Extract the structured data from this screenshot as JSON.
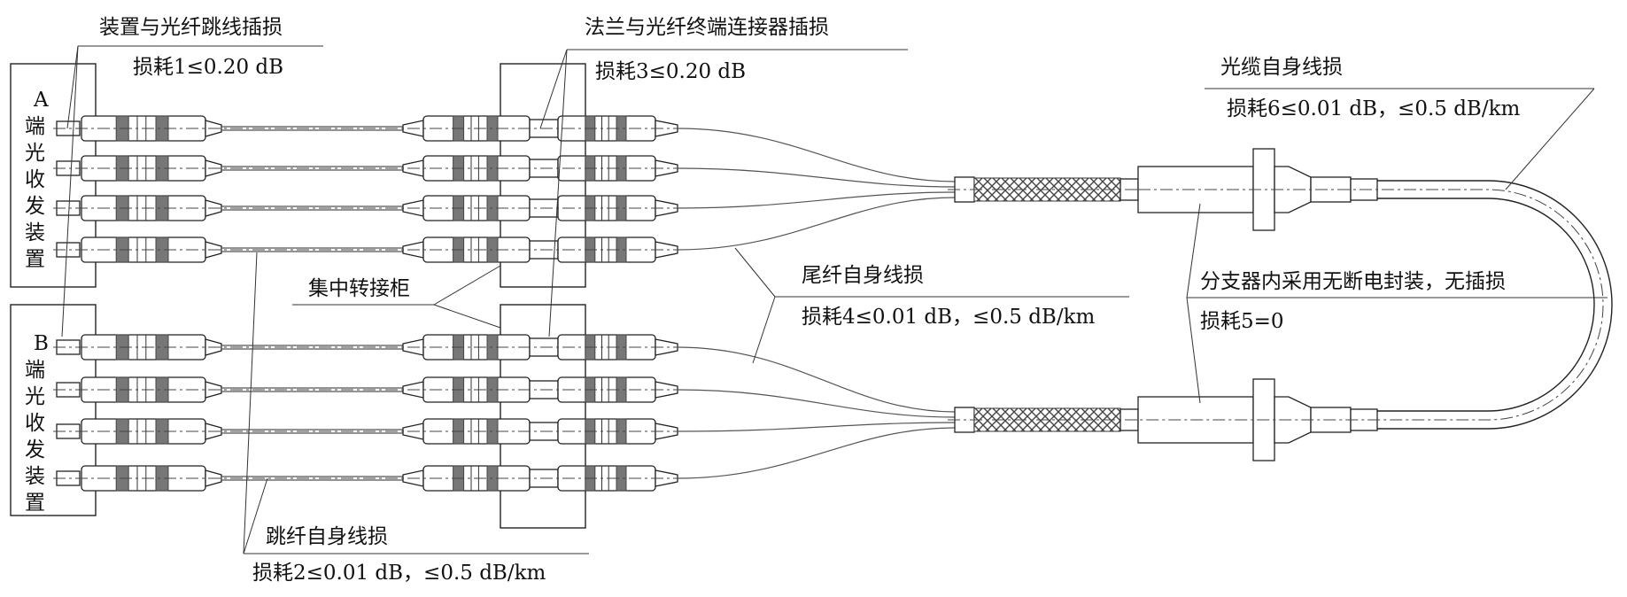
{
  "labels": {
    "device_jumper_loss_title": "装置与光纤跳线插损",
    "loss1": "损耗1≤0.20 dB",
    "flange_connector_loss_title": "法兰与光纤终端连接器插损",
    "loss3": "损耗3≤0.20 dB",
    "cable_self_loss_title": "光缆自身线损",
    "loss6": "损耗6≤0.01 dB，≤0.5 dB/km",
    "pigtail_self_loss_title": "尾纤自身线损",
    "loss4": "损耗4≤0.01 dB，≤0.5 dB/km",
    "splitter_title": "分支器内采用无断电封装，无插损",
    "loss5": "损耗5=0",
    "patch_cabinet": "集中转接柜",
    "jumper_self_loss_title": "跳纤自身线损",
    "loss2": "损耗2≤0.01 dB，≤0.5 dB/km"
  },
  "devices": {
    "a": [
      "A",
      "端",
      "光",
      "收",
      "发",
      "装",
      "置"
    ],
    "b": [
      "B",
      "端",
      "光",
      "收",
      "发",
      "装",
      "置"
    ]
  }
}
